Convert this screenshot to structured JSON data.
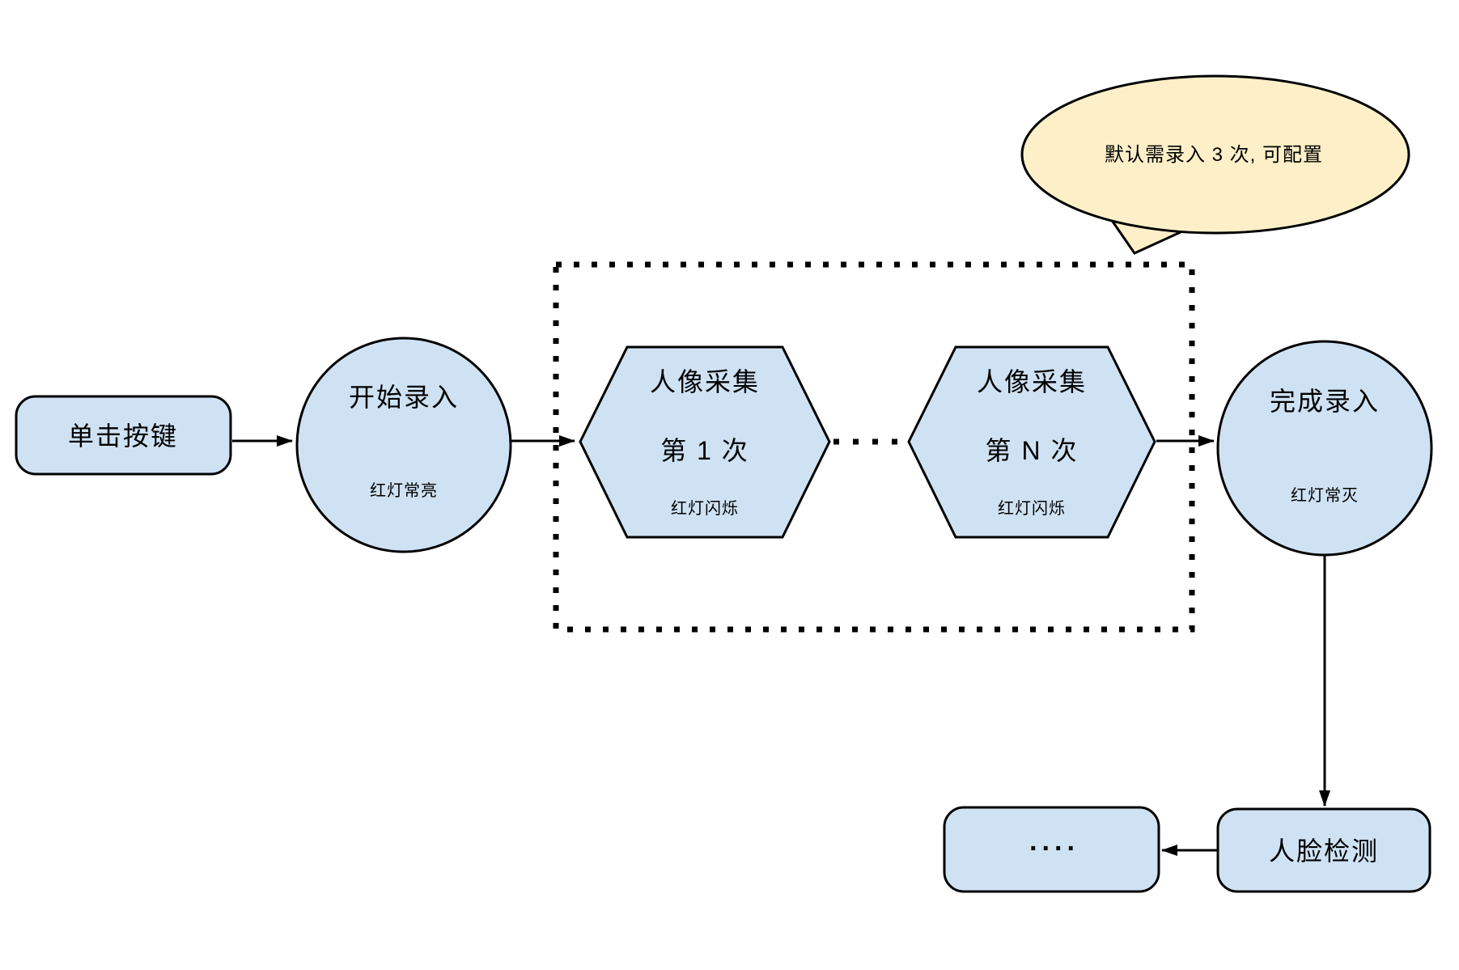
{
  "diagram": {
    "type": "flowchart",
    "background": "#ffffff",
    "colors": {
      "node_fill": "#cfe2f3",
      "bubble_fill": "#fdf0c8",
      "stroke": "#000000"
    },
    "nodes": {
      "click_button": {
        "label": "单击按键"
      },
      "start_enroll": {
        "label": "开始录入",
        "sublabel": "红灯常亮"
      },
      "capture_first": {
        "label": "人像采集",
        "label2": "第 1 次",
        "sublabel": "红灯闪烁"
      },
      "capture_nth": {
        "label": "人像采集",
        "label2": "第 N 次",
        "sublabel": "红灯闪烁"
      },
      "finish_enroll": {
        "label": "完成录入",
        "sublabel": "红灯常灭"
      },
      "face_detect": {
        "label": "人脸检测"
      },
      "more_steps": {
        "label": "...."
      }
    },
    "callout": {
      "text": "默认需录入 3 次, 可配置"
    }
  }
}
